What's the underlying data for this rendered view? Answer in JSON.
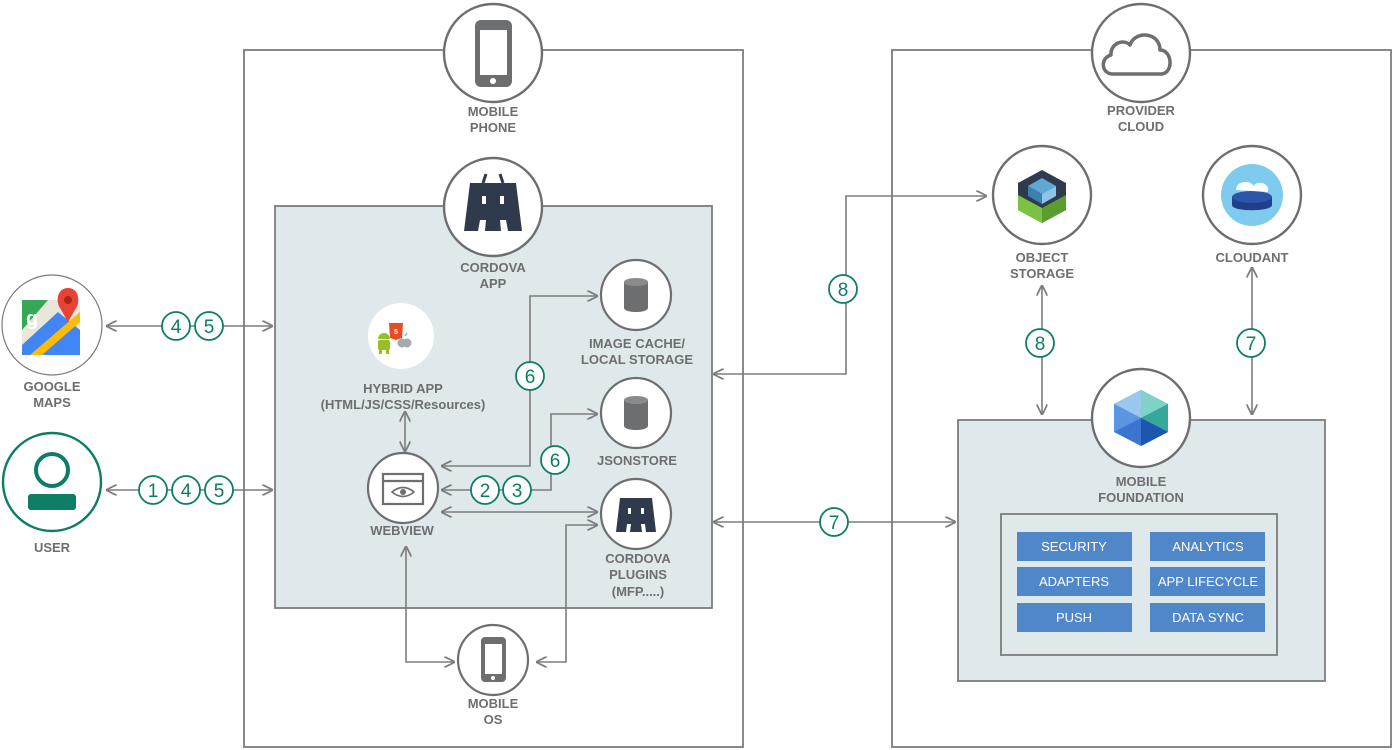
{
  "nodes": {
    "mobile_phone": [
      "MOBILE",
      "PHONE"
    ],
    "provider_cloud": [
      "PROVIDER",
      "CLOUD"
    ],
    "cordova_app": [
      "CORDOVA",
      "APP"
    ],
    "object_storage": [
      "OBJECT",
      "STORAGE"
    ],
    "cloudant": [
      "CLOUDANT"
    ],
    "google_maps": [
      "GOOGLE",
      "MAPS"
    ],
    "user": [
      "USER"
    ],
    "hybrid_app": [
      "HYBRID APP",
      "(HTML/JS/CSS/Resources)"
    ],
    "image_cache": [
      "IMAGE CACHE/",
      "LOCAL STORAGE"
    ],
    "jsonstore": [
      "JSONSTORE"
    ],
    "webview": [
      "WEBVIEW"
    ],
    "cordova_plugins": [
      "CORDOVA",
      "PLUGINS",
      "(MFP.....)"
    ],
    "mobile_os": [
      "MOBILE",
      "OS"
    ],
    "mobile_foundation": [
      "MOBILE",
      "FOUNDATION"
    ]
  },
  "services": [
    "SECURITY",
    "ANALYTICS",
    "ADAPTERS",
    "APP LIFECYCLE",
    "PUSH",
    "DATA SYNC"
  ],
  "steps": {
    "maps": [
      "4",
      "5"
    ],
    "user": [
      "1",
      "4",
      "5"
    ],
    "to_webview": [
      "2",
      "3"
    ],
    "image_cache": "6",
    "jsonstore": "6",
    "object_storage_link": "8",
    "object_storage_foundation": "8",
    "cloudant_foundation": "7",
    "app_foundation": "7"
  },
  "colors": {
    "accent": "#0d7d66",
    "pane_fill": "#dfe8eb",
    "service_box": "#4f87c9",
    "line": "#7d7d7d",
    "text": "#6d6e70"
  }
}
